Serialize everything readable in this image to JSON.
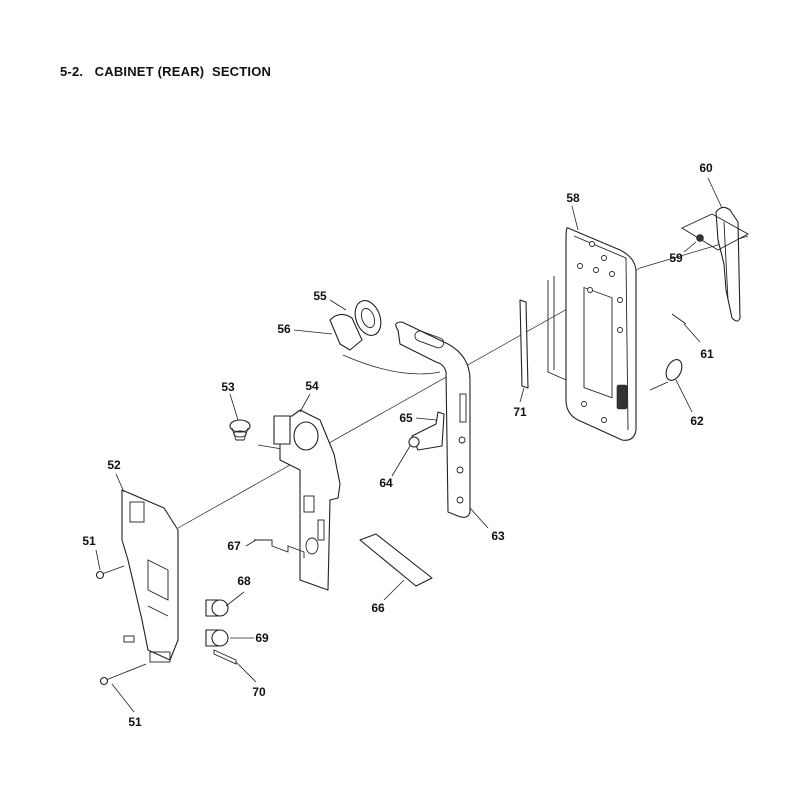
{
  "header": {
    "title": "5-2.   CABINET (REAR)  SECTION"
  },
  "callouts": {
    "c51a": "51",
    "c51b": "51",
    "c52": "52",
    "c53": "53",
    "c54": "54",
    "c55": "55",
    "c56": "56",
    "c58": "58",
    "c59": "59",
    "c60": "60",
    "c61": "61",
    "c62": "62",
    "c63": "63",
    "c64": "64",
    "c65": "65",
    "c66": "66",
    "c67": "67",
    "c68": "68",
    "c69": "69",
    "c70": "70",
    "c71": "71"
  }
}
